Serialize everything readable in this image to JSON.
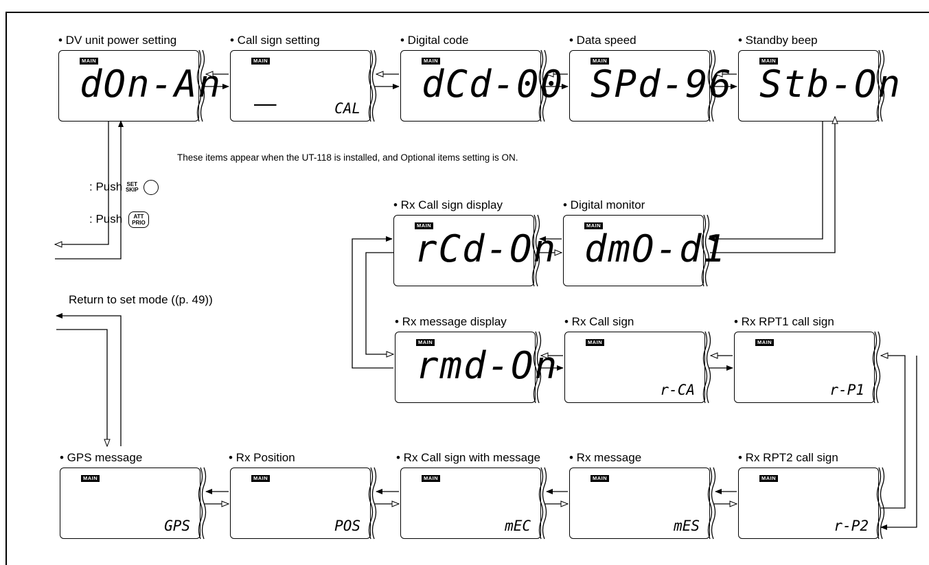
{
  "main_tag": "MAIN",
  "note": "These items appear when the UT-118 is installed, and Optional items setting is ON.",
  "legend": {
    "push_label": ": Push",
    "set_skip_top": "SET",
    "set_skip_bottom": "SKIP",
    "att_top": "ATT",
    "att_bottom": "PRIO"
  },
  "return_text": "Return to set mode ((p. 49))",
  "items": [
    {
      "label": "• DV unit power setting",
      "big": "dOn-An",
      "small": ""
    },
    {
      "label": "• Call sign setting",
      "big": "_",
      "small": "CAL"
    },
    {
      "label": "• Digital code",
      "big": "dCd-00",
      "small": ""
    },
    {
      "label": "• Data speed",
      "big": "SPd-96",
      "small": ""
    },
    {
      "label": "• Standby beep",
      "big": "Stb-On",
      "small": ""
    },
    {
      "label": "• Rx Call sign display",
      "big": "rCd-On",
      "small": ""
    },
    {
      "label": "• Digital monitor",
      "big": "dmO-d1",
      "small": ""
    },
    {
      "label": "• Rx message display",
      "big": "rmd-On",
      "small": ""
    },
    {
      "label": "• Rx Call sign",
      "big": "",
      "small": "r-CA"
    },
    {
      "label": "• Rx RPT1 call sign",
      "big": "",
      "small": "r-P1"
    },
    {
      "label": "• GPS message",
      "big": "",
      "small": "GPS"
    },
    {
      "label": "• Rx Position",
      "big": "",
      "small": "POS"
    },
    {
      "label": "• Rx Call sign with message",
      "big": "",
      "small": "mEC"
    },
    {
      "label": "• Rx message",
      "big": "",
      "small": "mES"
    },
    {
      "label": "• Rx RPT2 call sign",
      "big": "",
      "small": "r-P2"
    }
  ]
}
